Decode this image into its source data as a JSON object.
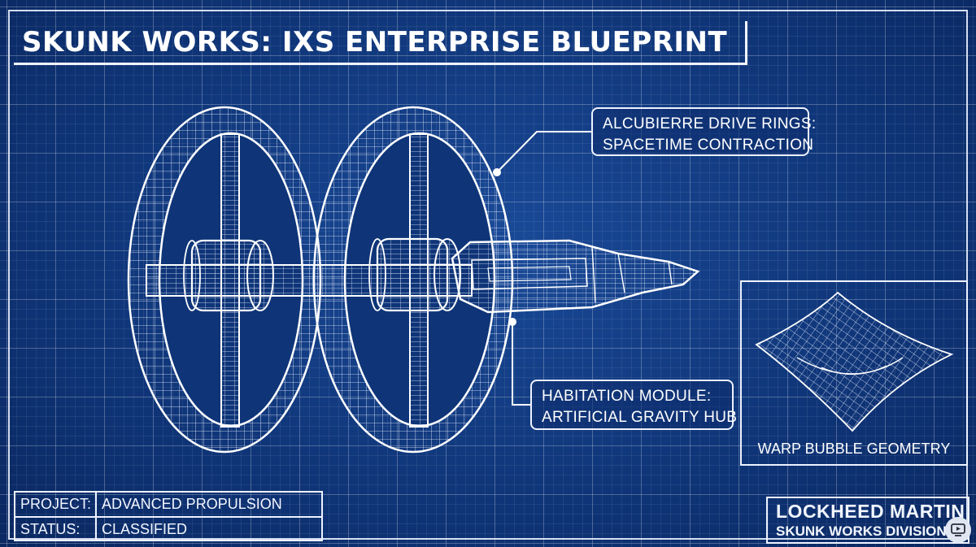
{
  "title": "SKUNK WORKS: IXS ENTERPRISE BLUEPRINT",
  "callouts": {
    "drive_rings": {
      "line1": "ALCUBIERRE DRIVE RINGS:",
      "line2": "SPACETIME CONTRACTION"
    },
    "habitation": {
      "line1": "HABITATION MODULE:",
      "line2": "ARTIFICIAL GRAVITY HUB"
    }
  },
  "inset": {
    "caption": "WARP BUBBLE GEOMETRY"
  },
  "info_table": {
    "rows": [
      {
        "key": "PROJECT:",
        "value": "ADVANCED PROPULSION"
      },
      {
        "key": "STATUS:",
        "value": "CLASSIFIED"
      }
    ]
  },
  "maker": {
    "name": "LOCKHEED MARTIN",
    "division": "SKUNK WORKS DIVISION"
  },
  "corner_badge": {
    "icon": "play-screen-icon"
  },
  "colors": {
    "background": "#0f3578",
    "line": "#ffffff"
  }
}
